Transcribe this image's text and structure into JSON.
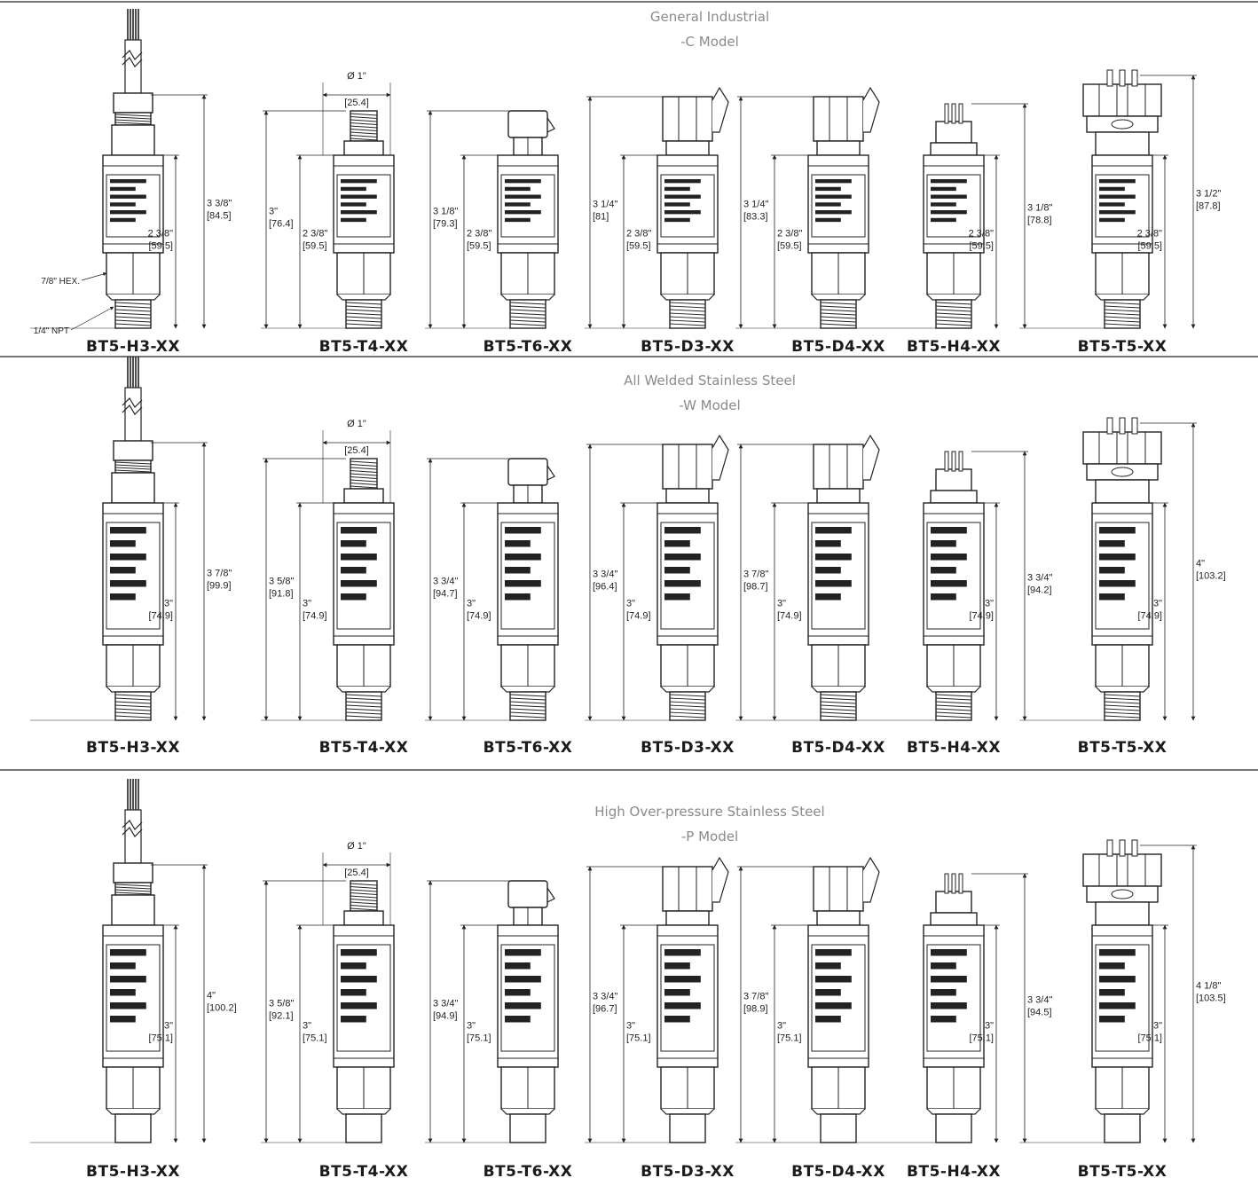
{
  "sections": [
    {
      "title": "General Industrial",
      "subtitle": "-C Model",
      "callouts": [
        "7/8\" HEX.",
        "1/4\" NPT"
      ],
      "diameter": {
        "label": "Ø 1\"",
        "mm": "[25.4]"
      },
      "models": [
        {
          "name": "BT5-H3-XX",
          "connector": "cable",
          "dims": [
            [
              "3 3/8\"",
              "[84.5]"
            ],
            [
              "2 3/8\"",
              "[59.5]"
            ]
          ]
        },
        {
          "name": "BT5-T4-XX",
          "connector": "m12",
          "dims": [
            [
              "3\"",
              "[76.4]"
            ],
            [
              "2 3/8\"",
              "[59.5]"
            ]
          ]
        },
        {
          "name": "BT5-T6-XX",
          "connector": "mini",
          "dims": [
            [
              "3 1/8\"",
              "[79.3]"
            ],
            [
              "2 3/8\"",
              "[59.5]"
            ]
          ]
        },
        {
          "name": "BT5-D3-XX",
          "connector": "din",
          "dims": [
            [
              "3 1/4\"",
              "[81]"
            ],
            [
              "2 3/8\"",
              "[59.5]"
            ]
          ]
        },
        {
          "name": "BT5-D4-XX",
          "connector": "din",
          "dims": [
            [
              "3 1/4\"",
              "[83.3]"
            ],
            [
              "2 3/8\"",
              "[59.5]"
            ]
          ]
        },
        {
          "name": "BT5-H4-XX",
          "connector": "pins",
          "dims": [
            [
              "3 1/8\"",
              "[78.8]"
            ],
            [
              "2 3/8\"",
              "[59.5]"
            ]
          ]
        },
        {
          "name": "BT5-T5-XX",
          "connector": "bayonet",
          "dims": [
            [
              "3 1/2\"",
              "[87.8]"
            ],
            [
              "2 3/8\"",
              "[59.5]"
            ]
          ]
        }
      ]
    },
    {
      "title": "All Welded Stainless Steel",
      "subtitle": "-W Model",
      "diameter": {
        "label": "Ø 1\"",
        "mm": "[25.4]"
      },
      "models": [
        {
          "name": "BT5-H3-XX",
          "connector": "cable",
          "dims": [
            [
              "3 7/8\"",
              "[99.9]"
            ],
            [
              "3\"",
              "[74.9]"
            ]
          ]
        },
        {
          "name": "BT5-T4-XX",
          "connector": "m12",
          "dims": [
            [
              "3 5/8\"",
              "[91.8]"
            ],
            [
              "3\"",
              "[74.9]"
            ]
          ]
        },
        {
          "name": "BT5-T6-XX",
          "connector": "mini",
          "dims": [
            [
              "3 3/4\"",
              "[94.7]"
            ],
            [
              "3\"",
              "[74.9]"
            ]
          ]
        },
        {
          "name": "BT5-D3-XX",
          "connector": "din",
          "dims": [
            [
              "3 3/4\"",
              "[96.4]"
            ],
            [
              "3\"",
              "[74.9]"
            ]
          ]
        },
        {
          "name": "BT5-D4-XX",
          "connector": "din",
          "dims": [
            [
              "3 7/8\"",
              "[98.7]"
            ],
            [
              "3\"",
              "[74.9]"
            ]
          ]
        },
        {
          "name": "BT5-H4-XX",
          "connector": "pins",
          "dims": [
            [
              "3 3/4\"",
              "[94.2]"
            ],
            [
              "3\"",
              "[74.9]"
            ]
          ]
        },
        {
          "name": "BT5-T5-XX",
          "connector": "bayonet",
          "dims": [
            [
              "4\"",
              "[103.2]"
            ],
            [
              "3\"",
              "[74.9]"
            ]
          ]
        }
      ]
    },
    {
      "title": "High Over-pressure Stainless Steel",
      "subtitle": "-P Model",
      "diameter": {
        "label": "Ø 1\"",
        "mm": "[25.4]"
      },
      "models": [
        {
          "name": "BT5-H3-XX",
          "connector": "cable",
          "dims": [
            [
              "4\"",
              "[100.2]"
            ],
            [
              "3\"",
              "[75.1]"
            ]
          ]
        },
        {
          "name": "BT5-T4-XX",
          "connector": "m12",
          "dims": [
            [
              "3 5/8\"",
              "[92.1]"
            ],
            [
              "3\"",
              "[75.1]"
            ]
          ]
        },
        {
          "name": "BT5-T6-XX",
          "connector": "mini",
          "dims": [
            [
              "3 3/4\"",
              "[94.9]"
            ],
            [
              "3\"",
              "[75.1]"
            ]
          ]
        },
        {
          "name": "BT5-D3-XX",
          "connector": "din",
          "dims": [
            [
              "3 3/4\"",
              "[96.7]"
            ],
            [
              "3\"",
              "[75.1]"
            ]
          ]
        },
        {
          "name": "BT5-D4-XX",
          "connector": "din",
          "dims": [
            [
              "3 7/8\"",
              "[98.9]"
            ],
            [
              "3\"",
              "[75.1]"
            ]
          ]
        },
        {
          "name": "BT5-H4-XX",
          "connector": "pins",
          "dims": [
            [
              "3 3/4\"",
              "[94.5]"
            ],
            [
              "3\"",
              "[75.1]"
            ]
          ]
        },
        {
          "name": "BT5-T5-XX",
          "connector": "bayonet",
          "dims": [
            [
              "4 1/8\"",
              "[103.5]"
            ],
            [
              "3\"",
              "[75.1]"
            ]
          ]
        }
      ]
    }
  ]
}
